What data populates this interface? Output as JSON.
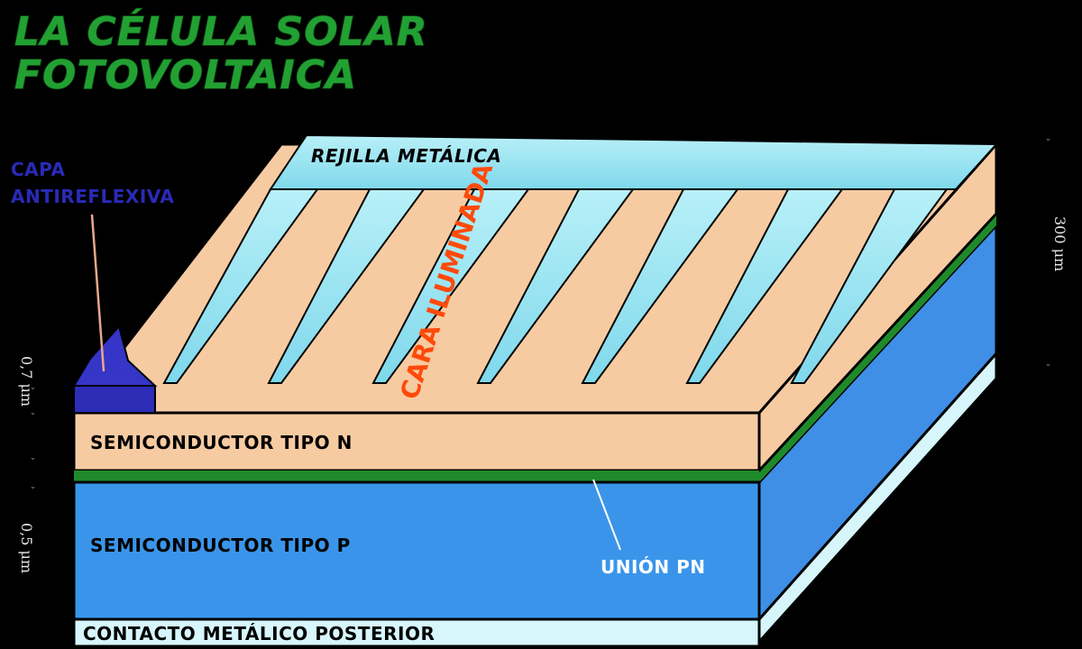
{
  "title": {
    "line1": "LA CÉLULA SOLAR",
    "line2": "FOTOVOLTAICA"
  },
  "labels": {
    "grid": "REJILLA METÁLICA",
    "antireflective_line1": "CAPA",
    "antireflective_line2": "ANTIREFLEXIVA",
    "illuminated_face": "CARA ILUMINADA",
    "n_type": "SEMICONDUCTOR TIPO N",
    "p_type": "SEMICONDUCTOR TIPO P",
    "pn_junction": "UNIÓN PN",
    "back_contact": "CONTACTO METÁLICO POSTERIOR"
  },
  "dimensions": {
    "n_layer": "0,7 μm",
    "p_layer": "0,5 μm",
    "total": "300 μm"
  },
  "colors": {
    "background": "#000000",
    "title_green": "#22a032",
    "n_type": "#f7cba2",
    "p_type": "#3a95ea",
    "p_type_side": "#3f8fe6",
    "junction": "#1f8a2a",
    "grid": "#9be8f4",
    "back_contact": "#d6f6fb",
    "antireflective": "#2d2db8",
    "illuminated_text": "#ff4a0a"
  }
}
